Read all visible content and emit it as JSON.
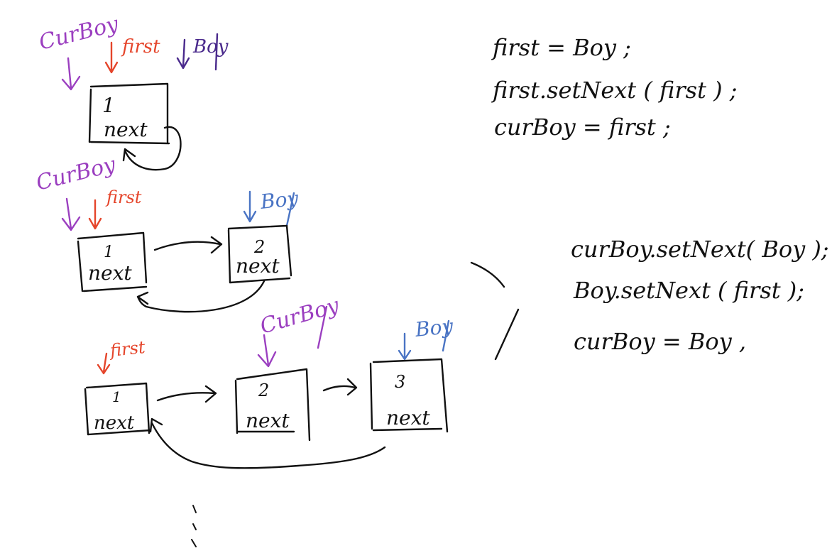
{
  "colors": {
    "ink": "#111111",
    "curBoy": "#9b3fc0",
    "first": "#e5452b",
    "boy_step1": "#4a2a8c",
    "boy": "#4a74c4"
  },
  "step1": {
    "labels": {
      "curBoy": "CurBoy",
      "first": "first",
      "boy": "Boy"
    },
    "nodes": [
      {
        "num": "1",
        "field": "next"
      }
    ]
  },
  "step2": {
    "labels": {
      "curBoy": "CurBoy",
      "first": "first",
      "boy": "Boy"
    },
    "nodes": [
      {
        "num": "1",
        "field": "next"
      },
      {
        "num": "2",
        "field": "next"
      }
    ]
  },
  "step3": {
    "labels": {
      "curBoy": "CurBoy",
      "first": "first",
      "boy": "Boy"
    },
    "nodes": [
      {
        "num": "1",
        "field": "next"
      },
      {
        "num": "2",
        "field": "next"
      },
      {
        "num": "3",
        "field": "next"
      }
    ]
  },
  "code1": [
    "first = Boy ;",
    "first.setNext ( first ) ;",
    "curBoy = first ;"
  ],
  "code2": [
    "curBoy.setNext( Boy );",
    "Boy.setNext ( first );",
    "curBoy = Boy ,"
  ]
}
